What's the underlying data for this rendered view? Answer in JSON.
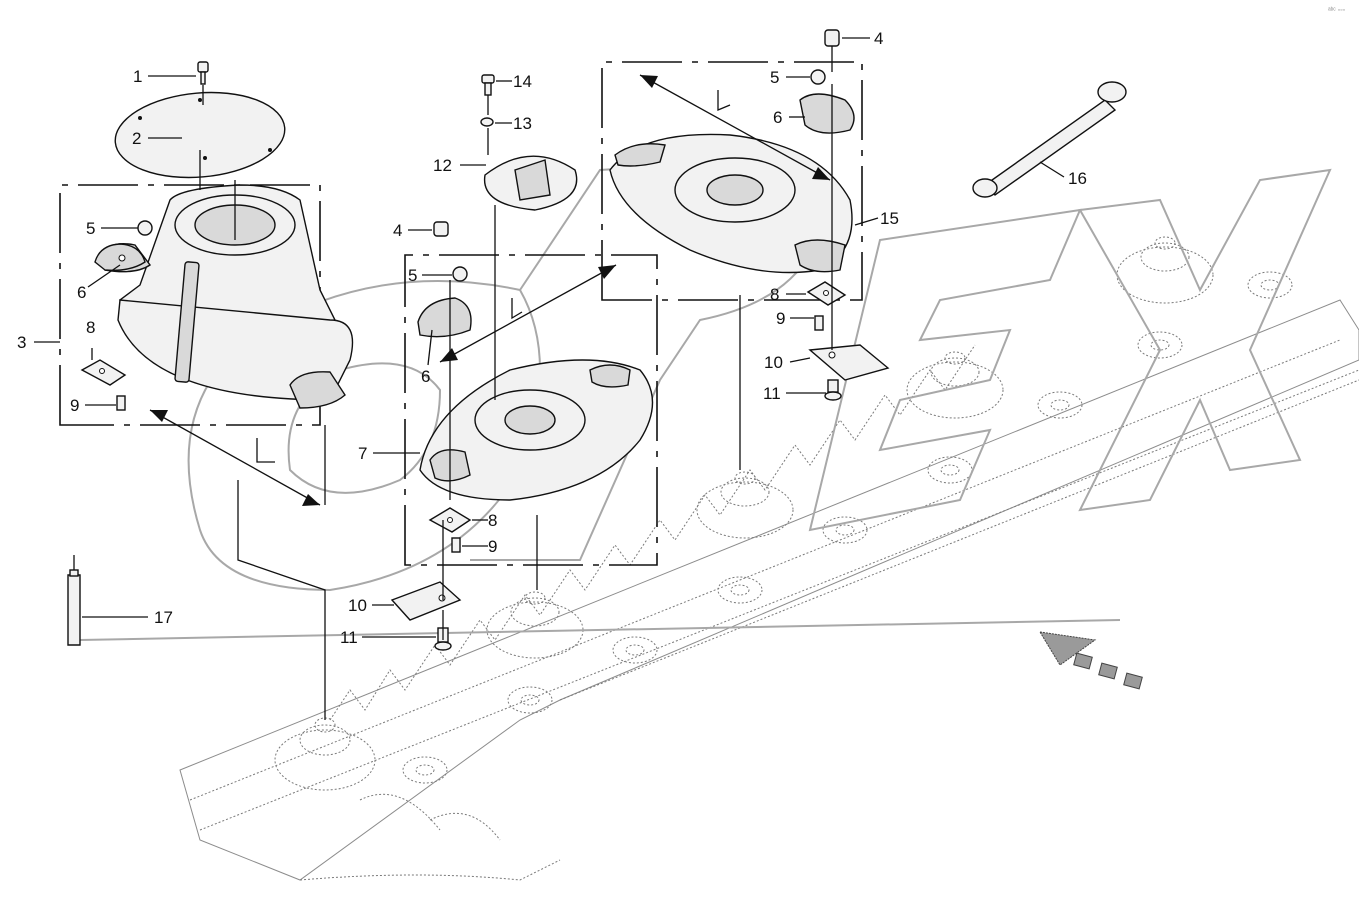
{
  "diagram": {
    "corner_mark": "ᵃᵇᶜ ◦◦◦",
    "callouts": [
      {
        "id": "c1",
        "label": "1"
      },
      {
        "id": "c2",
        "label": "2"
      },
      {
        "id": "c3",
        "label": "3"
      },
      {
        "id": "c5a",
        "label": "5"
      },
      {
        "id": "c6a",
        "label": "6"
      },
      {
        "id": "c8a",
        "label": "8"
      },
      {
        "id": "c9a",
        "label": "9"
      },
      {
        "id": "c14",
        "label": "14"
      },
      {
        "id": "c13",
        "label": "13"
      },
      {
        "id": "c12",
        "label": "12"
      },
      {
        "id": "c4b",
        "label": "4"
      },
      {
        "id": "c5b",
        "label": "5"
      },
      {
        "id": "c6b",
        "label": "6"
      },
      {
        "id": "c7",
        "label": "7"
      },
      {
        "id": "c8b",
        "label": "8"
      },
      {
        "id": "c9b",
        "label": "9"
      },
      {
        "id": "c10b",
        "label": "10"
      },
      {
        "id": "c11b",
        "label": "11"
      },
      {
        "id": "c4c",
        "label": "4"
      },
      {
        "id": "c5c",
        "label": "5"
      },
      {
        "id": "c6c",
        "label": "6"
      },
      {
        "id": "c15",
        "label": "15"
      },
      {
        "id": "c8c",
        "label": "8"
      },
      {
        "id": "c9c",
        "label": "9"
      },
      {
        "id": "c10c",
        "label": "10"
      },
      {
        "id": "c11c",
        "label": "11"
      },
      {
        "id": "c16",
        "label": "16"
      },
      {
        "id": "c17",
        "label": "17"
      }
    ]
  }
}
